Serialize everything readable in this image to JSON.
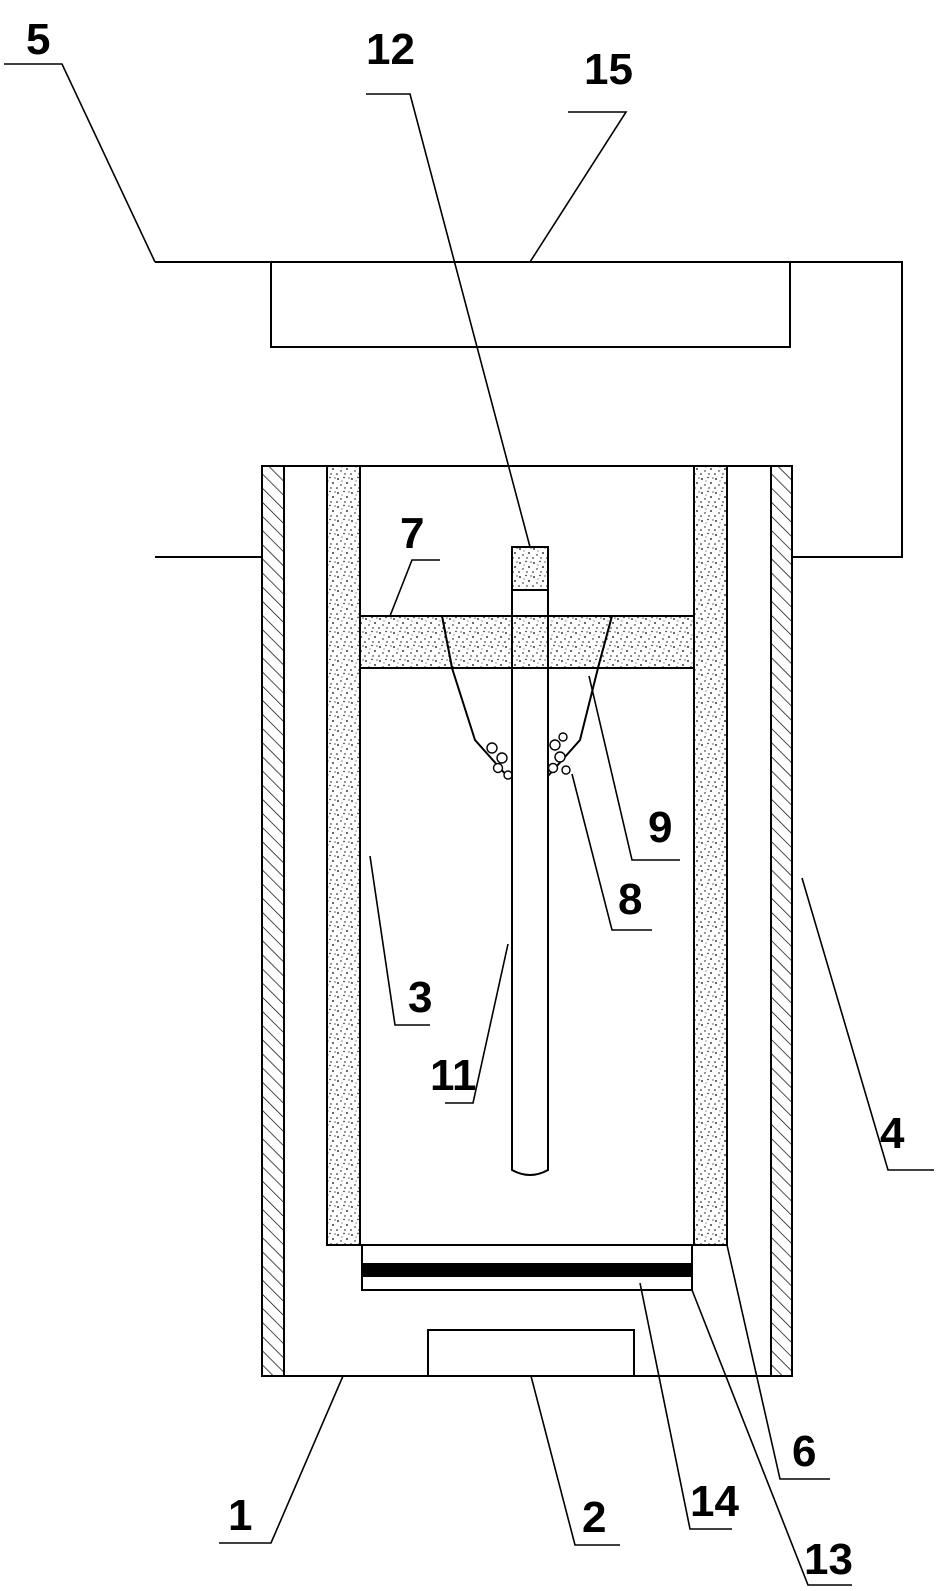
{
  "labels": {
    "n1": "1",
    "n2": "2",
    "n3": "3",
    "n4": "4",
    "n5": "5",
    "n6": "6",
    "n7": "7",
    "n8": "8",
    "n9": "9",
    "n11": "11",
    "n12": "12",
    "n13": "13",
    "n14": "14",
    "n15": "15"
  }
}
